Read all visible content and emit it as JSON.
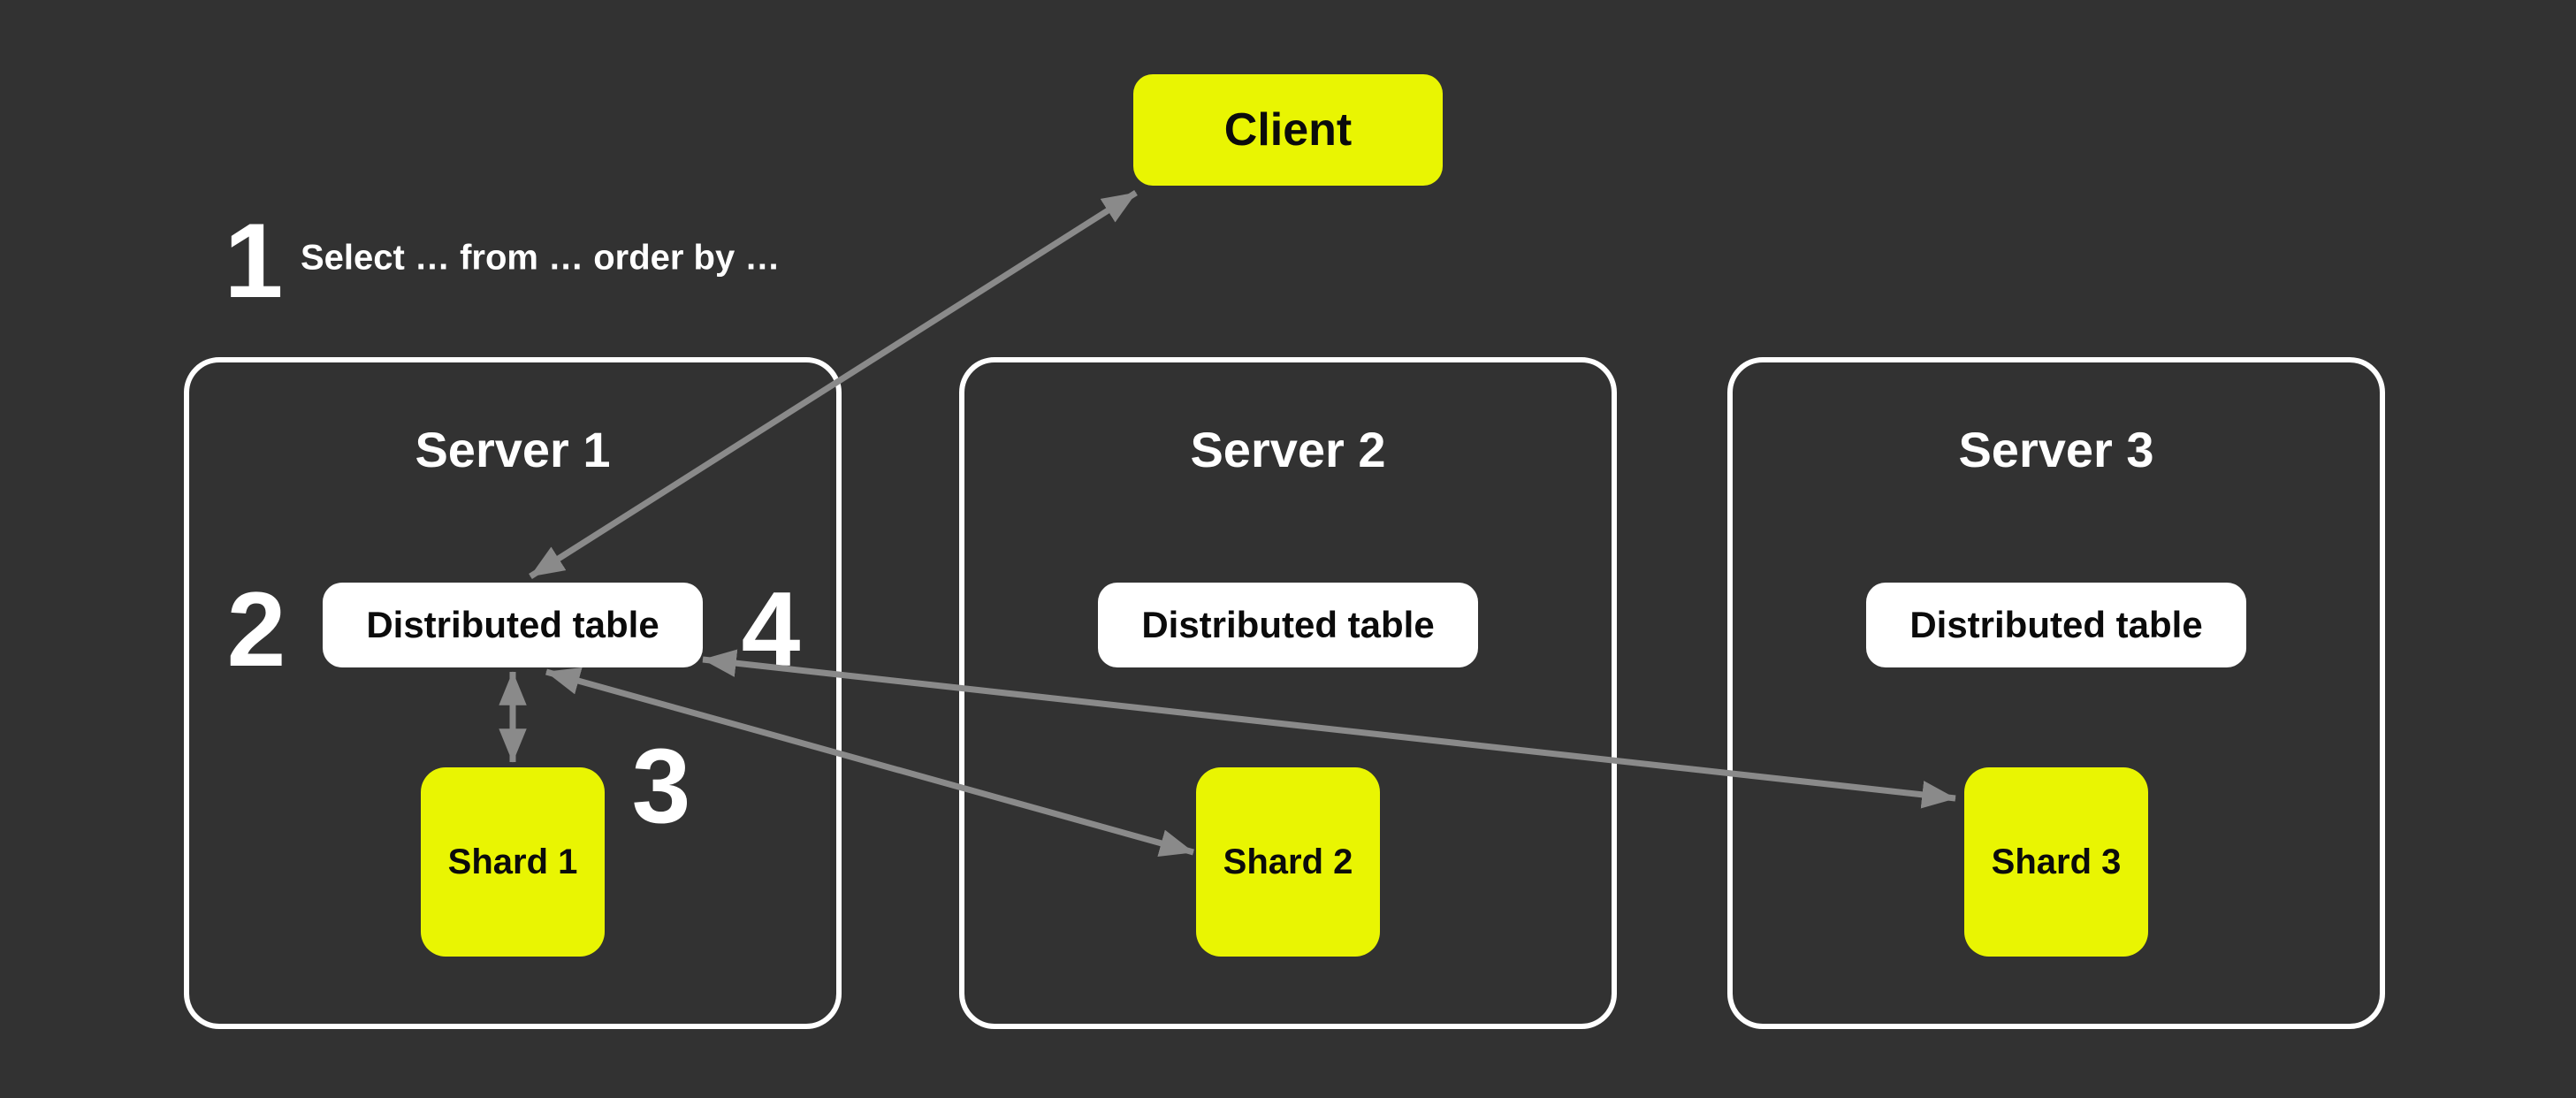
{
  "colors": {
    "background": "#323232",
    "accent_yellow": "#E9F502",
    "card_white": "#FFFFFF",
    "arrow_gray": "#8A8A8A",
    "text_light": "#FFFFFF",
    "text_dark": "#0B0B0B"
  },
  "client": {
    "label": "Client"
  },
  "steps": [
    {
      "label": "1",
      "text": "Select … from … order by …"
    },
    {
      "label": "2"
    },
    {
      "label": "3"
    },
    {
      "label": "4"
    }
  ],
  "servers": [
    {
      "title": "Server 1",
      "table_label": "Distributed table",
      "shard_label": "Shard 1"
    },
    {
      "title": "Server 2",
      "table_label": "Distributed table",
      "shard_label": "Shard 2"
    },
    {
      "title": "Server 3",
      "table_label": "Distributed table",
      "shard_label": "Shard 3"
    }
  ],
  "connections": [
    {
      "from": "Client",
      "to": "Server 1 Distributed table",
      "direction": "both"
    },
    {
      "from": "Server 1 Distributed table",
      "to": "Shard 1",
      "direction": "both"
    },
    {
      "from": "Server 1 Distributed table",
      "to": "Shard 2",
      "direction": "both"
    },
    {
      "from": "Server 1 Distributed table",
      "to": "Shard 3",
      "direction": "both"
    }
  ]
}
